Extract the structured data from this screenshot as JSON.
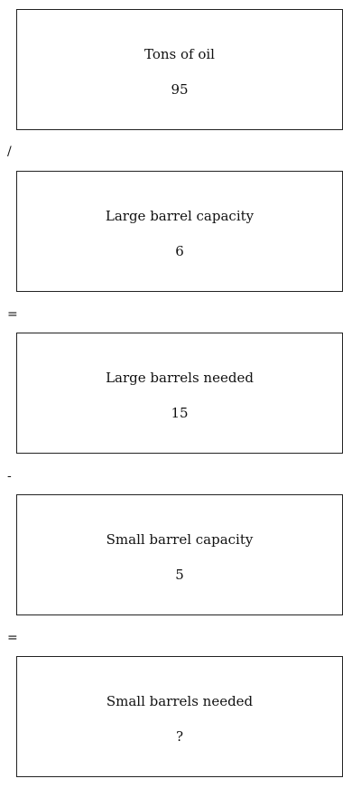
{
  "steps": [
    {
      "label": "Tons of oil",
      "value": "95"
    },
    {
      "label": "Large barrel capacity",
      "value": "6"
    },
    {
      "label": "Large barrels needed",
      "value": "15"
    },
    {
      "label": "Small barrel capacity",
      "value": "5"
    },
    {
      "label": "Small barrels needed",
      "value": "?"
    }
  ],
  "operators": [
    "/",
    "=",
    "-",
    "="
  ]
}
